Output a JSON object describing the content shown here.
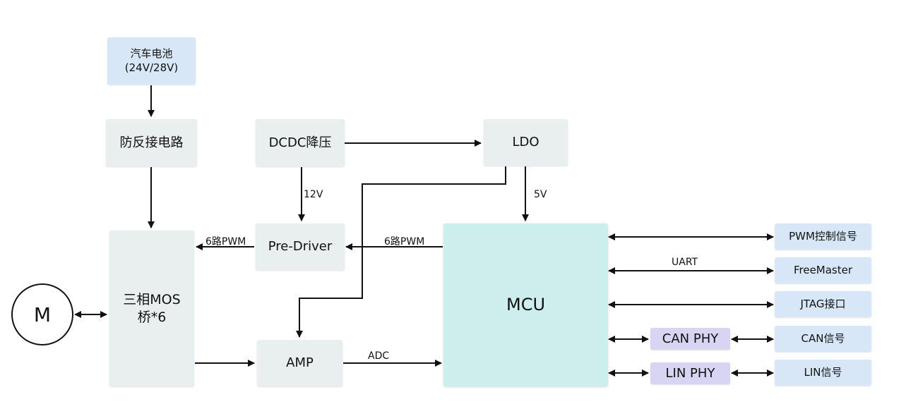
{
  "blocks": {
    "battery": {
      "line1": "汽车电池",
      "line2": "(24V/28V)"
    },
    "reverse_protect": "防反接电路",
    "dcdc": "DCDC降压",
    "ldo": "LDO",
    "mos_bridge": {
      "line1": "三相MOS",
      "line2": "桥*6"
    },
    "pre_driver": "Pre-Driver",
    "mcu": "MCU",
    "amp": "AMP",
    "motor": "M",
    "pwm_signal": "PWM控制信号",
    "freemaster": "FreeMaster",
    "jtag": "JTAG接口",
    "can_phy": "CAN PHY",
    "can_signal": "CAN信号",
    "lin_phy": "LIN PHY",
    "lin_signal": "LIN信号"
  },
  "labels": {
    "v12": "12V",
    "v5": "5V",
    "pwm_left": "6路PWM",
    "pwm_mcu": "6路PWM",
    "uart": "UART",
    "adc": "ADC"
  },
  "colors": {
    "line": "#111111",
    "gray_block": "#e9eeee",
    "blue_block": "#d7e7f7",
    "mcu_block": "#cdeeed",
    "phy_block": "#d8d5f4"
  }
}
